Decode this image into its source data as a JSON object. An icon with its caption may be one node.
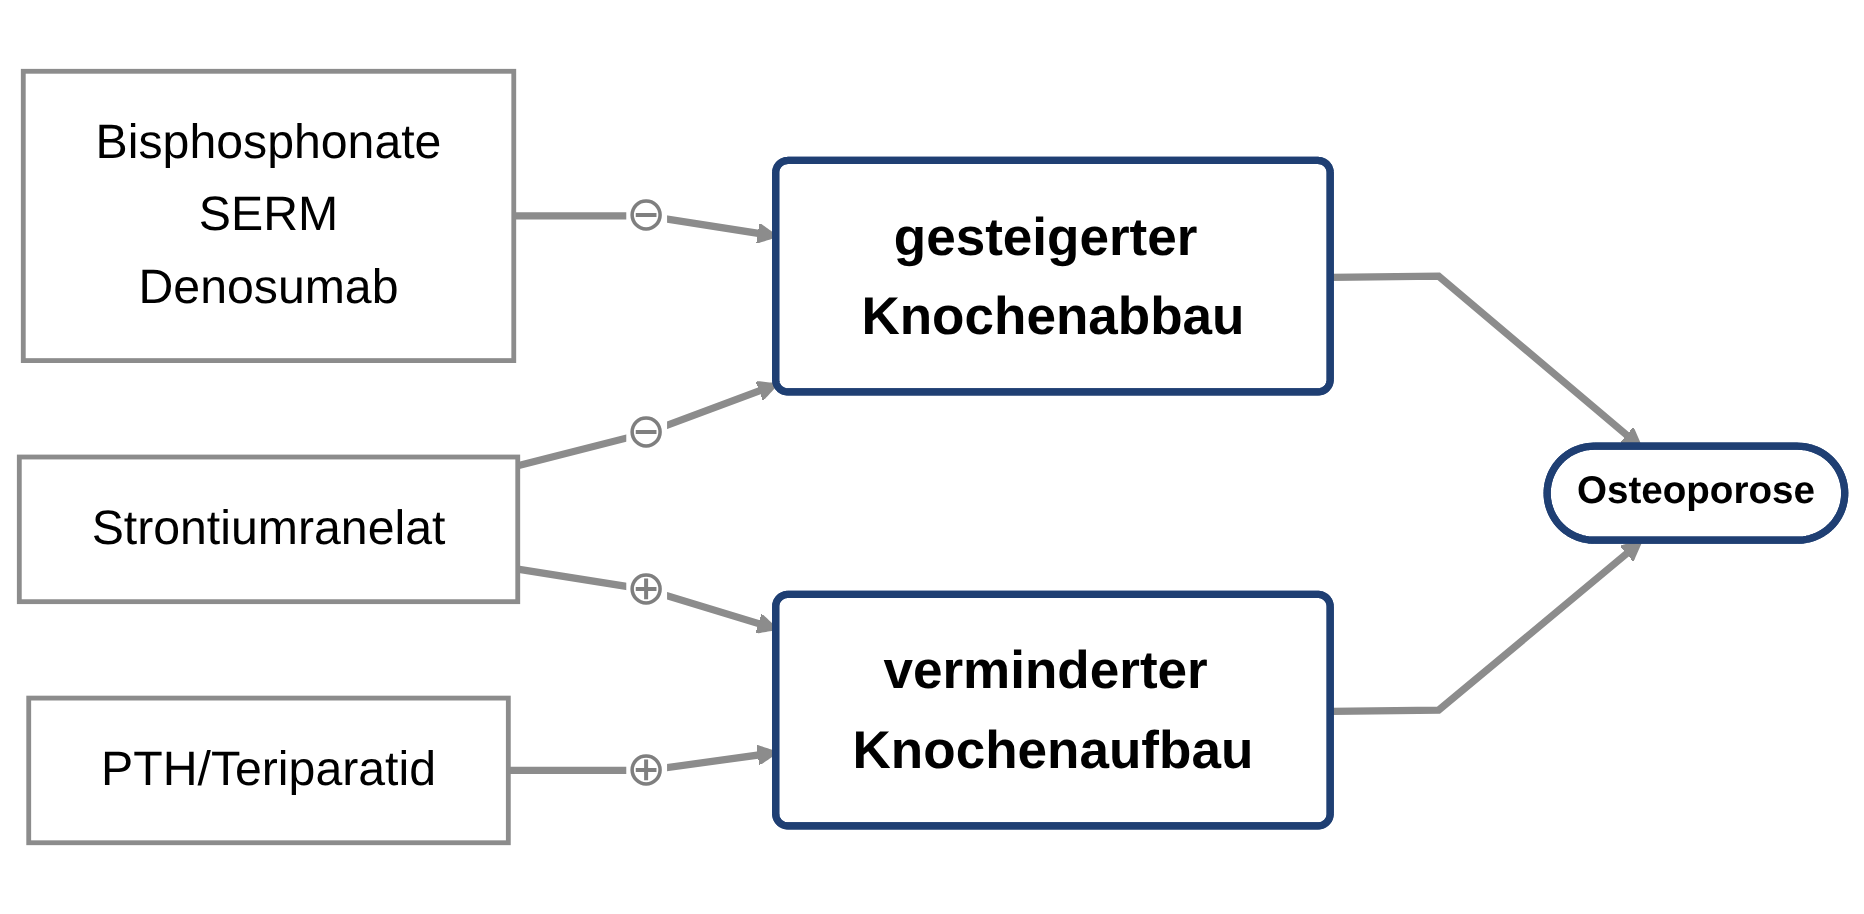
{
  "diagram": {
    "nodes": [
      {
        "text": [
          "Bisphosphonate",
          "SERM",
          "Denosumab"
        ]
      },
      {
        "text": [
          "Strontiumranelat"
        ]
      },
      {
        "text": [
          "PTH/Teriparatid"
        ]
      },
      {
        "text": [
          "gesteigerter Knochenabbau"
        ]
      },
      {
        "text": [
          "Osteoporose"
        ]
      },
      {
        "text": [
          "verminderter Knochenaufbau"
        ]
      }
    ],
    "edges": [
      {
        "from": 0,
        "to": 3,
        "arrow": "to",
        "label": "⊖"
      },
      {
        "from": 1,
        "to": 3,
        "arrow": "to",
        "label": "⊖"
      },
      {
        "from": 1,
        "to": 5,
        "arrow": "to",
        "label": "⊕"
      },
      {
        "from": 2,
        "to": 5,
        "arrow": "to",
        "label": "⊕"
      },
      {
        "from": 3,
        "to": 4,
        "arrow": "to"
      },
      {
        "from": 5,
        "to": 4,
        "arrow": "to"
      }
    ]
  }
}
